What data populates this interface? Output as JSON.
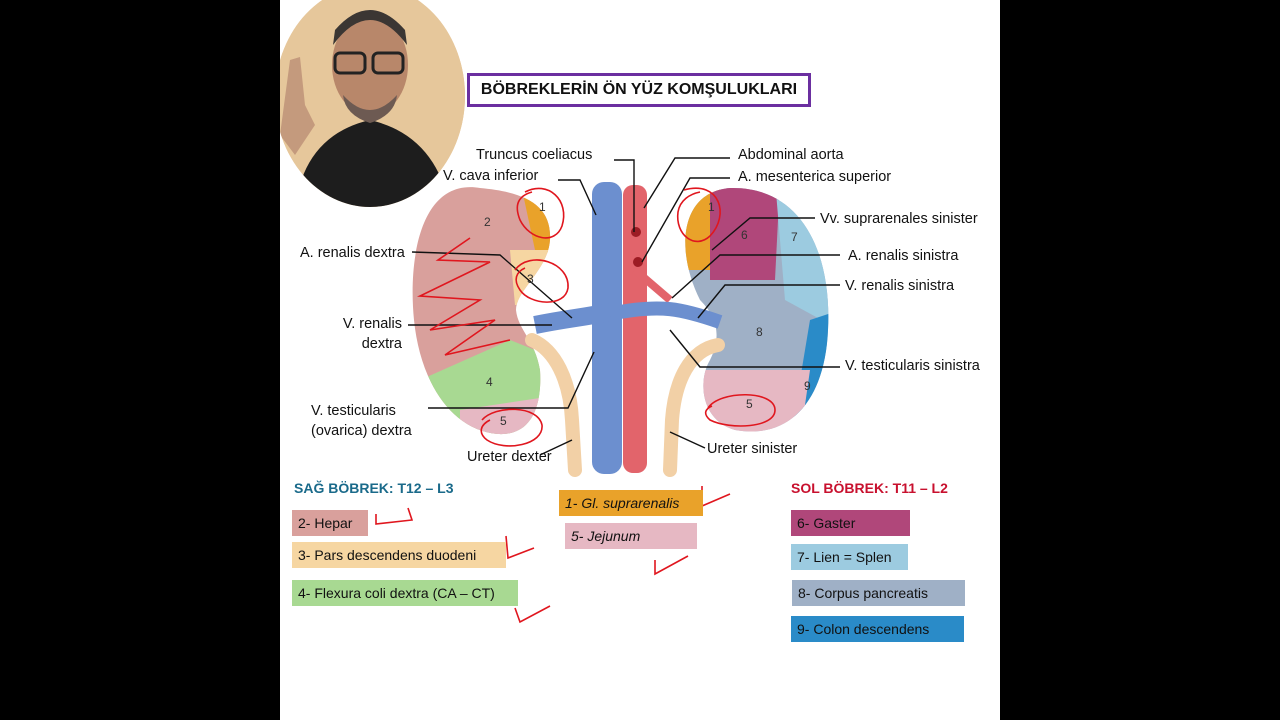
{
  "title": "BÖBREKLERİN ÖN YÜZ KOMŞULUKLARI",
  "labels": {
    "truncus_coeliacus": "Truncus coeliacus",
    "v_cava_inferior": "V. cava inferior",
    "abdominal_aorta": "Abdominal aorta",
    "a_mesenterica_superior": "A. mesenterica superior",
    "vv_suprarenales_sinister": "Vv. suprarenales sinister",
    "a_renalis_dextra": "A. renalis dextra",
    "a_renalis_sinistra": "A. renalis sinistra",
    "v_renalis_sinistra": "V. renalis sinistra",
    "v_renalis_dextra_1": "V. renalis",
    "v_renalis_dextra_2": "dextra",
    "v_testicularis_sinistra": "V. testicularis sinistra",
    "v_testicularis_dextra_1": "V. testicularis",
    "v_testicularis_dextra_2": "(ovarica) dextra",
    "ureter_dexter": "Ureter dexter",
    "ureter_sinister": "Ureter sinister"
  },
  "region_numbers": {
    "n1": "1",
    "n2": "2",
    "n3": "3",
    "n4": "4",
    "n5": "5",
    "n6": "6",
    "n7": "7",
    "n8": "8",
    "n9": "9"
  },
  "right_kidney": {
    "heading": "SAĞ BÖBREK: T12 – L3",
    "items": [
      {
        "label": "2- Hepar",
        "color": "#d9a09c"
      },
      {
        "label": "3- Pars descendens duodeni",
        "color": "#f6d6a2"
      },
      {
        "label": "4- Flexura coli dextra (CA – CT)",
        "color": "#a8d992"
      }
    ]
  },
  "middle": {
    "items": [
      {
        "label": "1- Gl. suprarenalis",
        "color": "#e9a22a"
      },
      {
        "label": "5- Jejunum",
        "color": "#e6b8c3"
      }
    ]
  },
  "left_kidney": {
    "heading": "SOL BÖBREK:  T11 – L2",
    "items": [
      {
        "label": "6- Gaster",
        "color": "#b0477a"
      },
      {
        "label": "7- Lien = Splen",
        "color": "#9ccbe0"
      },
      {
        "label": "8- Corpus pancreatis",
        "color": "#9fb0c6"
      },
      {
        "label": "9- Colon descendens",
        "color": "#2a8bc8"
      }
    ]
  },
  "colors": {
    "title_border": "#6b2fa0",
    "right_heading": "#1a6a8a",
    "left_heading": "#c8102e",
    "annotation": "#e0161e",
    "vein": "#6c8fcf",
    "artery": "#e2646b"
  }
}
